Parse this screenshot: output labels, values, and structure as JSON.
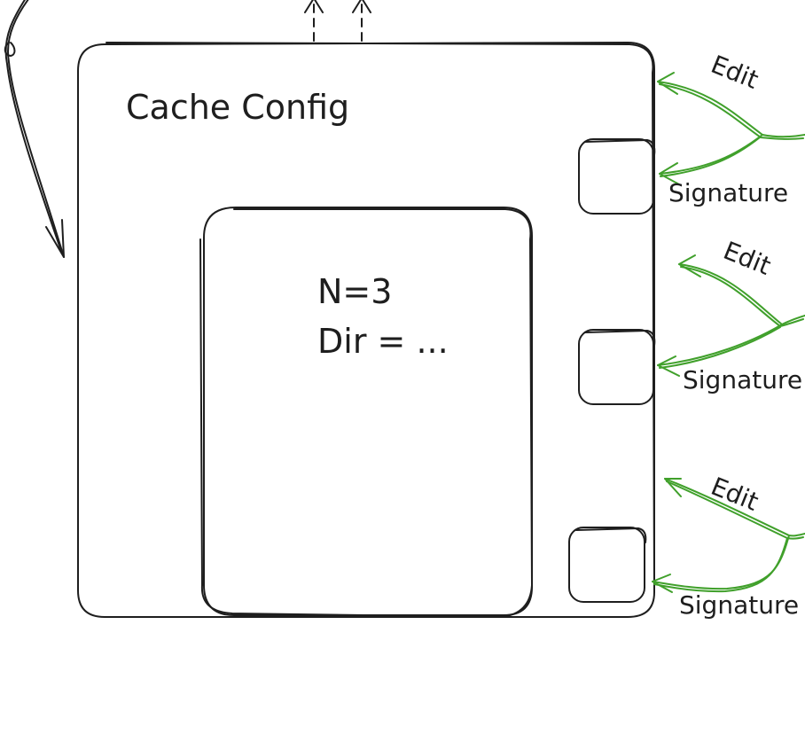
{
  "colors": {
    "stroke": "#1e1e1e",
    "edge": "#40a02b",
    "background": "#ffffff"
  },
  "outer_box": {
    "title": "Cache Config"
  },
  "inner_box": {
    "line1": "N=3",
    "line2": "Dir = ..."
  },
  "ports": [
    {
      "edit_label": "Edit",
      "signature_label": "Signature"
    },
    {
      "edit_label": "Edit",
      "signature_label": "Signature"
    },
    {
      "edit_label": "Edit",
      "signature_label": "Signature"
    }
  ]
}
